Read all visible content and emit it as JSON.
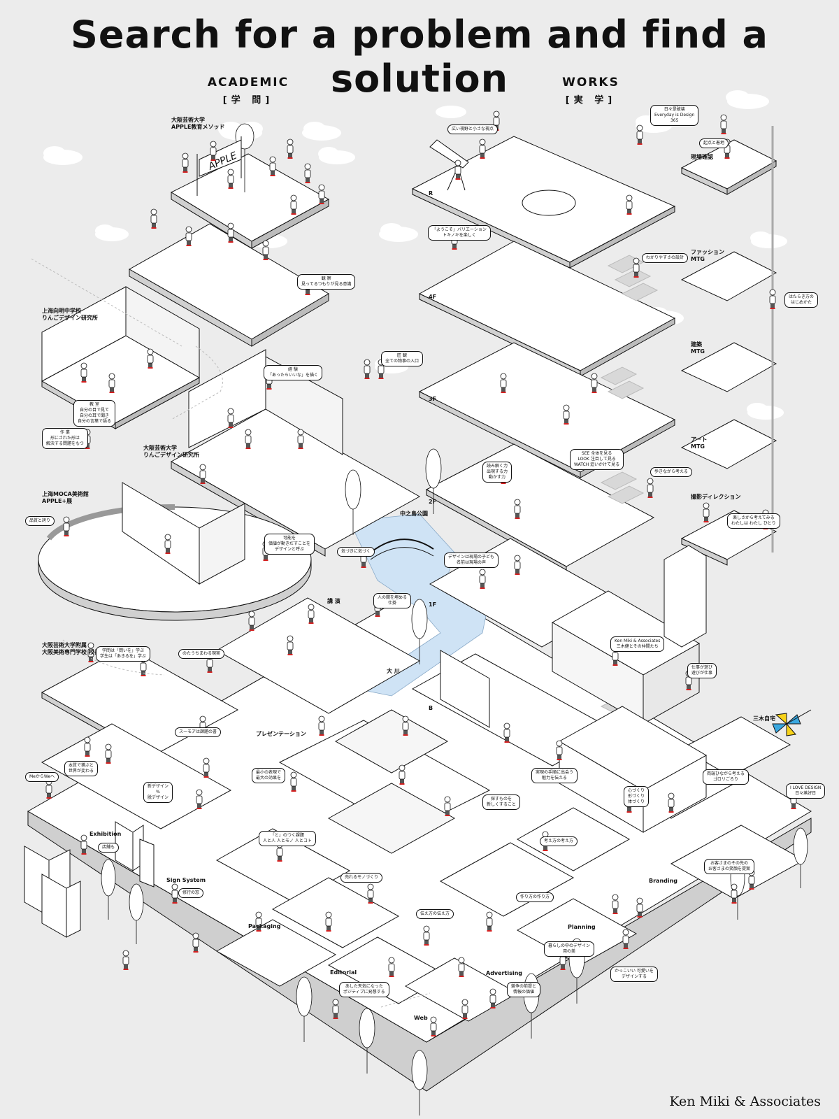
{
  "title": "Search for a problem and find a solution",
  "columns": {
    "academic": {
      "label": "ACADEMIC",
      "sub": "[学 問]"
    },
    "works": {
      "label": "WORKS",
      "sub": "[実 学]"
    }
  },
  "credit": "Ken Miki & Associates",
  "signage": {
    "apple_banner": "APPLE"
  },
  "labels": [
    {
      "key": "osaka_apple_method",
      "text": "大阪芸術大学\nAPPLE教育メソッド"
    },
    {
      "key": "shanghai_school",
      "text": "上海向明中学校\nりんごデザイン研究所"
    },
    {
      "key": "osaka_apple_lab",
      "text": "大阪芸術大学\nりんごデザイン研究所"
    },
    {
      "key": "shanghai_moca",
      "text": "上海MOCA美術館\nAPPLE+展"
    },
    {
      "key": "osaka_affiliated",
      "text": "大阪芸術大学附属\n大阪美術専門学校 校長"
    },
    {
      "key": "nakanoshima",
      "text": "中之島公園"
    },
    {
      "key": "kouen",
      "text": "講 演"
    },
    {
      "key": "ookawa",
      "text": "大 川"
    },
    {
      "key": "presentation",
      "text": "プレゼンテーション"
    },
    {
      "key": "exhibition",
      "text": "Exhibition"
    },
    {
      "key": "sign_system",
      "text": "Sign System"
    },
    {
      "key": "packaging",
      "text": "Packaging"
    },
    {
      "key": "editorial",
      "text": "Editorial"
    },
    {
      "key": "web",
      "text": "Web"
    },
    {
      "key": "advertising",
      "text": "Advertising"
    },
    {
      "key": "planning",
      "text": "Planning"
    },
    {
      "key": "branding",
      "text": "Branding"
    },
    {
      "key": "miki_house",
      "text": "三木自宅"
    },
    {
      "key": "floor_r",
      "text": "R"
    },
    {
      "key": "floor_4f",
      "text": "4F"
    },
    {
      "key": "floor_3f",
      "text": "3F"
    },
    {
      "key": "floor_2f",
      "text": "2F"
    },
    {
      "key": "floor_1f",
      "text": "1F"
    },
    {
      "key": "floor_b",
      "text": "B"
    },
    {
      "key": "genba",
      "text": "現場確認"
    },
    {
      "key": "fashion",
      "text": "ファッション\nMTG"
    },
    {
      "key": "kenchiku",
      "text": "建築\nMTG"
    },
    {
      "key": "art",
      "text": "アート\nMTG"
    },
    {
      "key": "satsuei",
      "text": "撮影ディレクション"
    }
  ],
  "bubbles": [
    {
      "key": "hibi",
      "text": "日々是破壊\nEveryday is Design\n365"
    },
    {
      "key": "hiroi",
      "text": "広い視野と小さな視点"
    },
    {
      "key": "kiten",
      "text": "起点と着地"
    },
    {
      "key": "youkoso",
      "text": "「ようこそ」バリエーション\nトキノキを楽しく"
    },
    {
      "key": "wakari",
      "text": "わかりやすさの設計"
    },
    {
      "key": "hataraki",
      "text": "はたらき方の\nはじめかた"
    },
    {
      "key": "kansatsu",
      "text": "観 察\n見ってるつもりが見る意識"
    },
    {
      "key": "takumi",
      "text": "匠 観\n全ての物事の入口"
    },
    {
      "key": "kyoshitsu",
      "text": "教 室\n自分の目で見て\n自分の耳で聞き\n自分の言葉で語る"
    },
    {
      "key": "atta",
      "text": "経 験\n「あったらいいな」を描く"
    },
    {
      "key": "sakuhin",
      "text": "作 業\n形にされた形は\n解決する問題をもつ"
    },
    {
      "key": "hinshitsu",
      "text": "品質と誇り"
    },
    {
      "key": "kano",
      "text": "可能を\n価値が動きだすことを\nデザインと呼ぶ"
    },
    {
      "key": "kizuki",
      "text": "気づきに気づく"
    },
    {
      "key": "hito",
      "text": "人の間を埋める\n仕掛"
    },
    {
      "key": "yomu",
      "text": "読み解く力\n出現する力\n動かす力"
    },
    {
      "key": "see",
      "text": "SEE 全体を見る\nLOOK 注目して見る\nWATCH 追いかけて見る"
    },
    {
      "key": "arukinagara",
      "text": "歩きながら考える"
    },
    {
      "key": "tanoshii",
      "text": "楽しさから考えてみる\nわたしは わたし ひとり"
    },
    {
      "key": "design_ba",
      "text": "デザインは現場の子ども\n名前は現場の声"
    },
    {
      "key": "kenmiki",
      "text": "Ken Miki & Associates\n三木健とその仲間たち"
    },
    {
      "key": "shigoto",
      "text": "仕事が遊び\n遊びが仕事"
    },
    {
      "key": "tame",
      "text": "のたうちまわる現実"
    },
    {
      "key": "gakumon",
      "text": "学問は「問いを」学ぶ\n学生は「あきるを」学ぶ"
    },
    {
      "key": "superma",
      "text": "スーモアは課題の書"
    },
    {
      "key": "me_we",
      "text": "MeからWeへ"
    },
    {
      "key": "honshitsu",
      "text": "本質で捕ぶと\n世界が変わる"
    },
    {
      "key": "shin_design",
      "text": "新デザイン\n%\n脱デザイン"
    },
    {
      "key": "saisho",
      "text": "最小の表現で\n最大の効果を"
    },
    {
      "key": "jitsugen",
      "text": "実現の手順に出会う\n魅力を伝える"
    },
    {
      "key": "sagasu",
      "text": "探すものを\n新しくすること"
    },
    {
      "key": "kokoro",
      "text": "心づくり\n形づくり\n体づくり"
    },
    {
      "key": "ryouhou",
      "text": "両端ひながら考える\nゴロリごろり"
    },
    {
      "key": "ilove",
      "text": "I LOVE DESIGN\n日々蒸好日"
    },
    {
      "key": "tenjin",
      "text": "店舗も"
    },
    {
      "key": "shugyou",
      "text": "修行の窓"
    },
    {
      "key": "to_tsuku",
      "text": "「と」のつく課題\n人と人 人とモノ 人とコト"
    },
    {
      "key": "urareru",
      "text": "売れるモノづくり"
    },
    {
      "key": "kangaekata",
      "text": "考え方の考え方"
    },
    {
      "key": "tsukurikata",
      "text": "作り方の作り方"
    },
    {
      "key": "tsutaekata",
      "text": "伝え方の伝え方"
    },
    {
      "key": "kurashi",
      "text": "暮らしの中のデザイン\n用の美"
    },
    {
      "key": "okyaku",
      "text": "お客さまのその先の\nお客さまの笑顔を提案"
    },
    {
      "key": "kakkoii",
      "text": "かっこいい 可愛いを\nデザインする"
    },
    {
      "key": "ashita",
      "text": "あした天気になった\nポジティブに発想する"
    },
    {
      "key": "kyosou",
      "text": "競争の前提と\n情報の価値"
    }
  ],
  "colors": {
    "background": "#ececec",
    "platform": "#ffffff",
    "platform_side": "#c8c8c8",
    "ink": "#111111",
    "water": "#cfe3f5",
    "accent_red": "#d42020",
    "pinwheel_yellow": "#f7d21a",
    "pinwheel_blue": "#3aa8e0"
  }
}
